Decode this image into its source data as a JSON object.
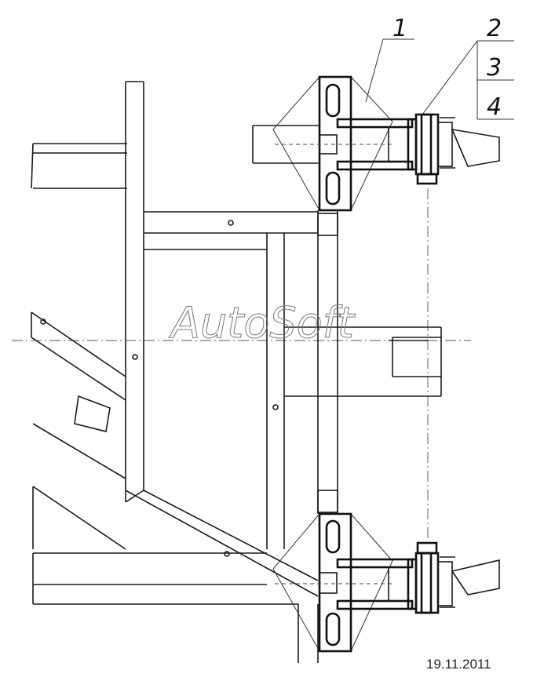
{
  "drawing": {
    "callouts": [
      "1",
      "2",
      "3",
      "4"
    ],
    "watermark": "AutoSoft",
    "date": "19.11.2011"
  }
}
